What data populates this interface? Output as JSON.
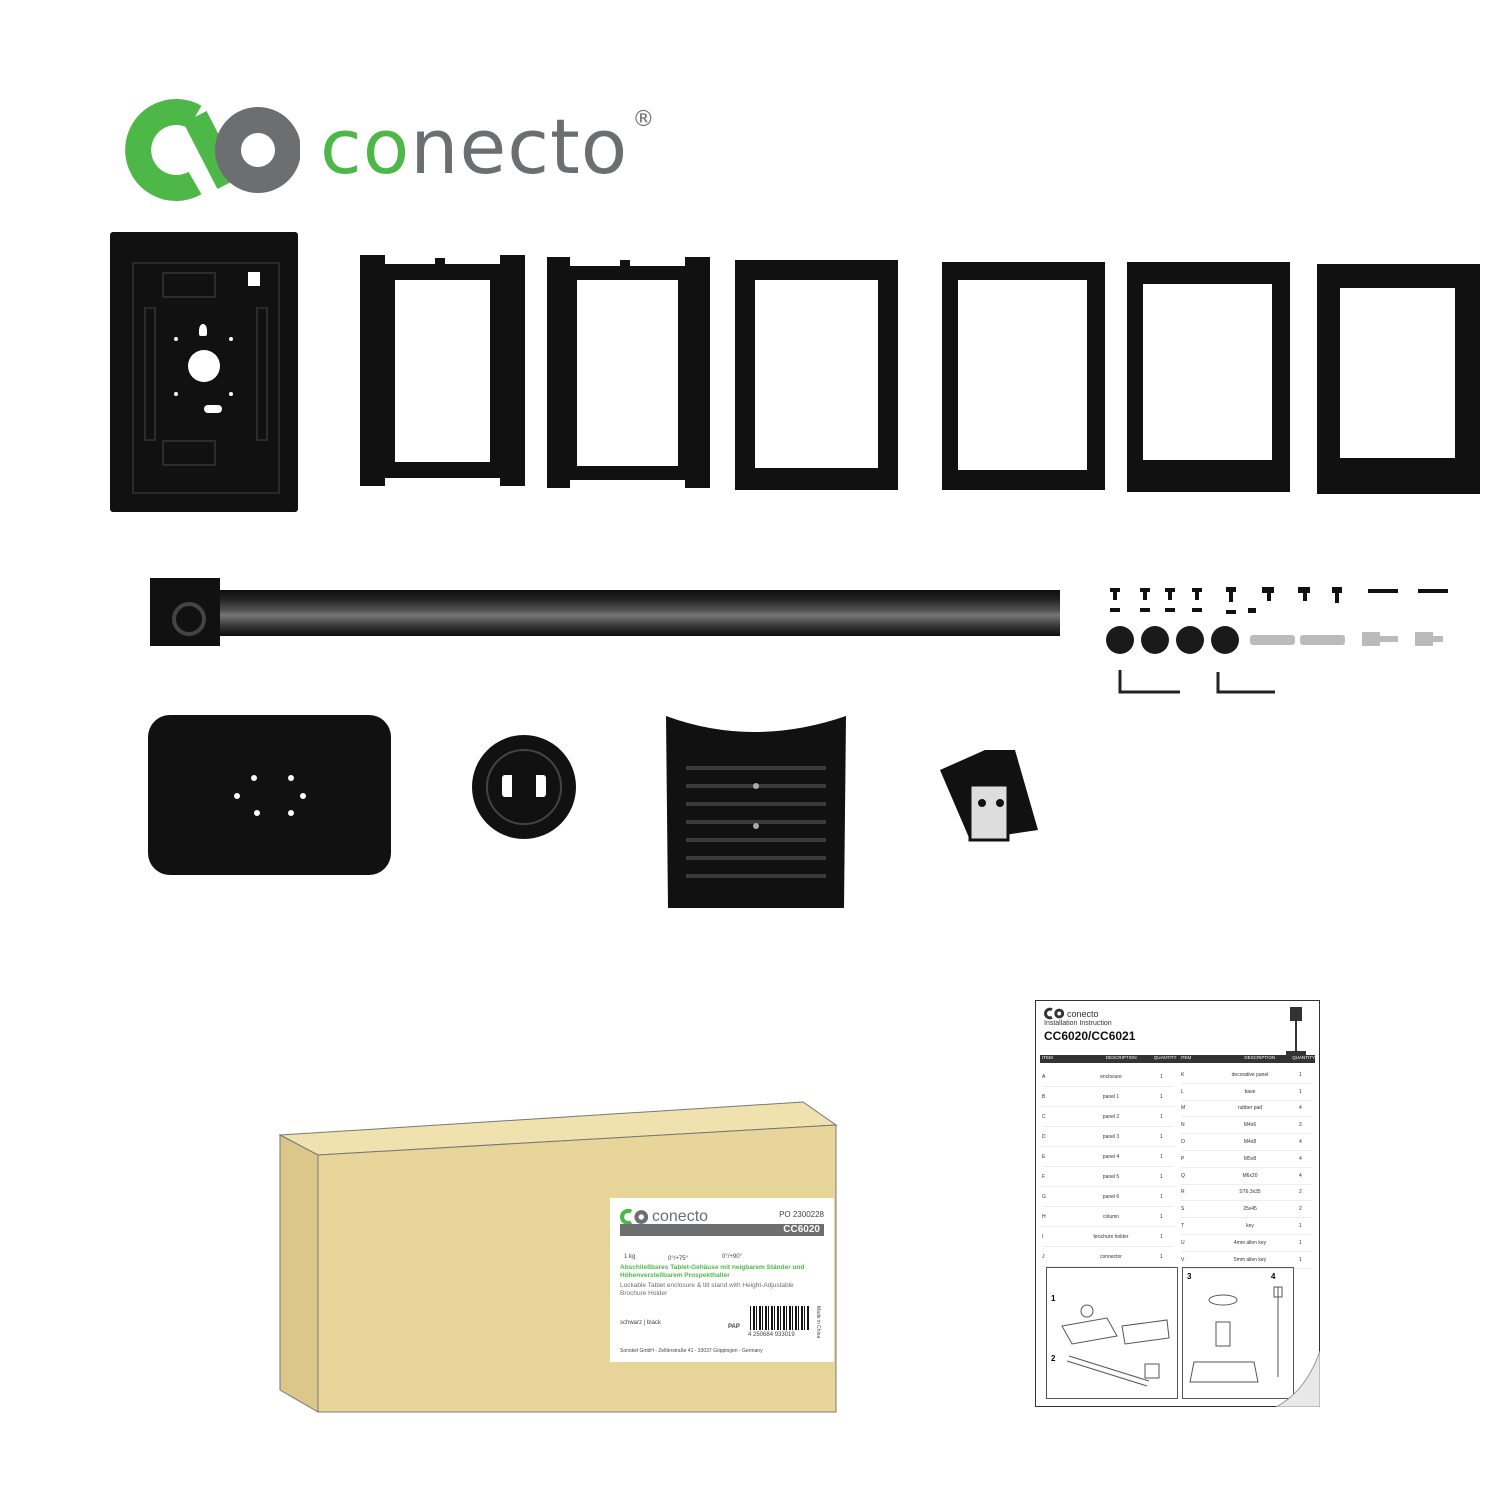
{
  "brand": {
    "co": "co",
    "necto": "necto",
    "reg": "®",
    "green": "#4db848",
    "grey": "#6d6e70"
  },
  "box": {
    "brand": "conecto",
    "po": "PO 2300228",
    "model": "CC6020",
    "weight": "1 kg",
    "tilt": "0°/+75°",
    "rotate": "0°/+90°",
    "title_de": "Abschließbares Tablet-Gehäuse mit neigbarem Ständer und Höhenverstellbarem Prospekthalter",
    "title_en": "Lockable Tablet enclosure & tilt stand with Height-Adjustable Brochure Holder",
    "color": "schwarz | black",
    "made_in": "Made in China",
    "barcode": "4 250684 933019",
    "footer": "Sonokel GmbH - Zeltlerstraße 41 - 33037 Göppingen - Germany",
    "pap": "PAP",
    "cardboard": "#e8d59a"
  },
  "manual": {
    "brand": "conecto",
    "heading": "Installation Instruction",
    "model": "CC6020/CC6021",
    "col_item": "ITEM",
    "col_desc": "DESCRIPTION",
    "col_qty": "QUANTITY",
    "left_items": [
      {
        "id": "A",
        "desc": "enclosure",
        "qty": "1"
      },
      {
        "id": "B",
        "desc": "panel 1",
        "qty": "1"
      },
      {
        "id": "C",
        "desc": "panel 2",
        "qty": "1"
      },
      {
        "id": "D",
        "desc": "panel 3",
        "qty": "1"
      },
      {
        "id": "E",
        "desc": "panel 4",
        "qty": "1"
      },
      {
        "id": "F",
        "desc": "panel 5",
        "qty": "1"
      },
      {
        "id": "G",
        "desc": "panel 6",
        "qty": "1"
      },
      {
        "id": "H",
        "desc": "column",
        "qty": "1"
      },
      {
        "id": "I",
        "desc": "brochure holder",
        "qty": "1"
      },
      {
        "id": "J",
        "desc": "connector",
        "qty": "1"
      }
    ],
    "right_items": [
      {
        "id": "K",
        "desc": "decorative panel",
        "qty": "1"
      },
      {
        "id": "L",
        "desc": "base",
        "qty": "1"
      },
      {
        "id": "M",
        "desc": "rubber pad",
        "qty": "4"
      },
      {
        "id": "N",
        "desc": "M4x6",
        "qty": "2"
      },
      {
        "id": "O",
        "desc": "M4x8",
        "qty": "4"
      },
      {
        "id": "P",
        "desc": "M5x8",
        "qty": "4"
      },
      {
        "id": "Q",
        "desc": "M6x20",
        "qty": "4"
      },
      {
        "id": "R",
        "desc": "ST6.3x35",
        "qty": "2"
      },
      {
        "id": "S",
        "desc": "25x45",
        "qty": "2"
      },
      {
        "id": "T",
        "desc": "key",
        "qty": "1"
      },
      {
        "id": "U",
        "desc": "4mm allen key",
        "qty": "1"
      },
      {
        "id": "V",
        "desc": "5mm allen key",
        "qty": "1"
      }
    ],
    "steps": [
      "1",
      "2",
      "3",
      "4"
    ]
  }
}
